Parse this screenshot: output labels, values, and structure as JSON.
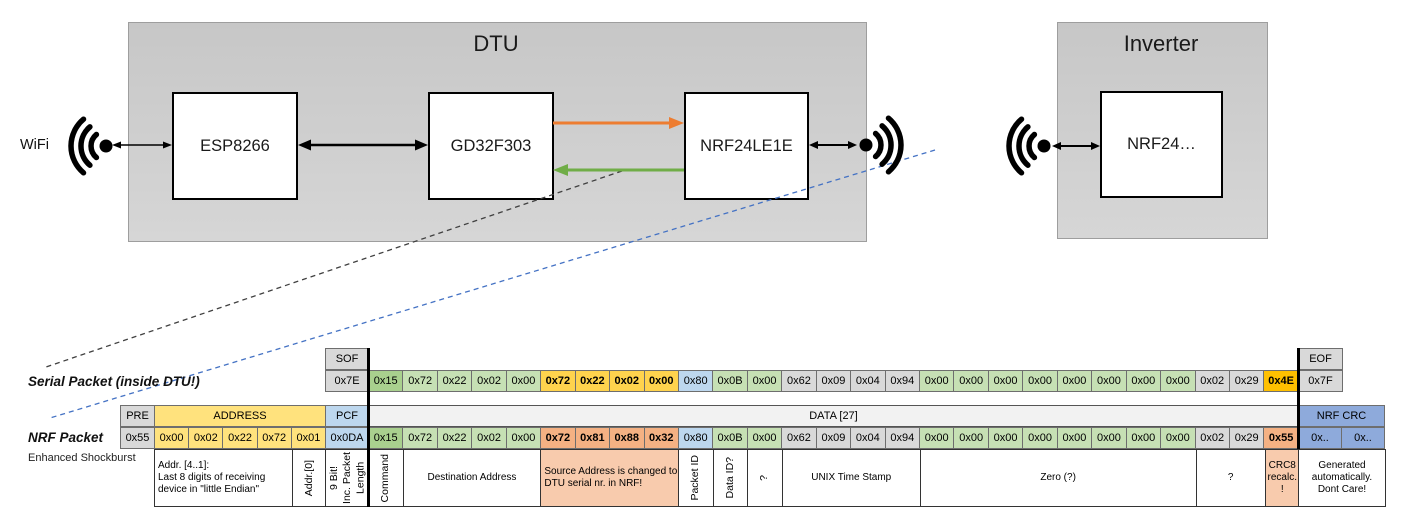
{
  "diagram": {
    "wifi_label": "WiFi",
    "dtu": {
      "title": "DTU",
      "chips": [
        {
          "label": "ESP8266"
        },
        {
          "label": "GD32F303"
        },
        {
          "label": "NRF24LE1E"
        }
      ]
    },
    "inverter": {
      "title": "Inverter",
      "chips": [
        {
          "label": "NRF24…"
        }
      ]
    },
    "icons": [
      "wifi-waves-left-icon",
      "wifi-waves-right-icon",
      "wifi-waves-inverter-icon"
    ],
    "arrow_colors": {
      "orange": "#ED7D31",
      "green": "#70AD47",
      "black": "#000000"
    },
    "connector_colors": {
      "black_dashed": "#404040",
      "blue_dashed": "#4472C4"
    }
  },
  "serial_packet": {
    "label": "Serial Packet (inside DTU!)",
    "sof_header": "SOF",
    "sof_value": "0x7E",
    "eof_header": "EOF",
    "eof_value": "0x7F",
    "bytes": [
      {
        "v": "0x15",
        "c": "dgreen"
      },
      {
        "v": "0x72",
        "c": "green"
      },
      {
        "v": "0x22",
        "c": "green"
      },
      {
        "v": "0x02",
        "c": "green"
      },
      {
        "v": "0x00",
        "c": "green"
      },
      {
        "v": "0x72",
        "c": "gold",
        "b": true
      },
      {
        "v": "0x22",
        "c": "gold",
        "b": true
      },
      {
        "v": "0x02",
        "c": "gold",
        "b": true
      },
      {
        "v": "0x00",
        "c": "gold",
        "b": true
      },
      {
        "v": "0x80",
        "c": "blue"
      },
      {
        "v": "0x0B",
        "c": "green"
      },
      {
        "v": "0x00",
        "c": "green"
      },
      {
        "v": "0x62",
        "c": "gray"
      },
      {
        "v": "0x09",
        "c": "gray"
      },
      {
        "v": "0x04",
        "c": "gray"
      },
      {
        "v": "0x94",
        "c": "gray"
      },
      {
        "v": "0x00",
        "c": "green"
      },
      {
        "v": "0x00",
        "c": "green"
      },
      {
        "v": "0x00",
        "c": "green"
      },
      {
        "v": "0x00",
        "c": "green"
      },
      {
        "v": "0x00",
        "c": "green"
      },
      {
        "v": "0x00",
        "c": "green"
      },
      {
        "v": "0x00",
        "c": "green"
      },
      {
        "v": "0x00",
        "c": "green"
      },
      {
        "v": "0x02",
        "c": "gray"
      },
      {
        "v": "0x29",
        "c": "gray"
      },
      {
        "v": "0x4E",
        "c": "amber",
        "b": true
      }
    ]
  },
  "nrf_packet": {
    "label": "NRF Packet",
    "sublabel": "Enhanced Shockburst",
    "pre_header": "PRE",
    "pre_value": "0x55",
    "address_header": "ADDRESS",
    "address_values": [
      "0x00",
      "0x02",
      "0x22",
      "0x72",
      "0x01"
    ],
    "pcf_header": "PCF",
    "pcf_value": "0x0DA",
    "data_header": "DATA [27]",
    "bytes": [
      {
        "v": "0x15",
        "c": "dgreen"
      },
      {
        "v": "0x72",
        "c": "green"
      },
      {
        "v": "0x22",
        "c": "green"
      },
      {
        "v": "0x02",
        "c": "green"
      },
      {
        "v": "0x00",
        "c": "green"
      },
      {
        "v": "0x72",
        "c": "salmon",
        "b": true
      },
      {
        "v": "0x81",
        "c": "salmon",
        "b": true
      },
      {
        "v": "0x88",
        "c": "salmon",
        "b": true
      },
      {
        "v": "0x32",
        "c": "salmon",
        "b": true
      },
      {
        "v": "0x80",
        "c": "blue"
      },
      {
        "v": "0x0B",
        "c": "green"
      },
      {
        "v": "0x00",
        "c": "green"
      },
      {
        "v": "0x62",
        "c": "gray"
      },
      {
        "v": "0x09",
        "c": "gray"
      },
      {
        "v": "0x04",
        "c": "gray"
      },
      {
        "v": "0x94",
        "c": "gray"
      },
      {
        "v": "0x00",
        "c": "green"
      },
      {
        "v": "0x00",
        "c": "green"
      },
      {
        "v": "0x00",
        "c": "green"
      },
      {
        "v": "0x00",
        "c": "green"
      },
      {
        "v": "0x00",
        "c": "green"
      },
      {
        "v": "0x00",
        "c": "green"
      },
      {
        "v": "0x00",
        "c": "green"
      },
      {
        "v": "0x00",
        "c": "green"
      },
      {
        "v": "0x02",
        "c": "gray"
      },
      {
        "v": "0x29",
        "c": "gray"
      },
      {
        "v": "0x55",
        "c": "salmon",
        "b": true
      }
    ],
    "crc_header": "NRF CRC",
    "crc_values": [
      "0x..",
      "0x.."
    ]
  },
  "annotations": [
    {
      "section": "addr",
      "from": 1,
      "to": 4,
      "text": "Addr. [4..1]:\nLast 8 digits of receiving device in \"little Endian\"",
      "align": "left"
    },
    {
      "section": "addr",
      "from": 5,
      "to": 5,
      "text": "Addr.[0]",
      "vertical": true
    },
    {
      "section": "pcf",
      "from": 1,
      "to": 1,
      "text": "9 Bit!\nInc. Packet\nLength",
      "vertical": true
    },
    {
      "section": "data",
      "from": 1,
      "to": 1,
      "text": "Command",
      "vertical": true
    },
    {
      "section": "data",
      "from": 2,
      "to": 5,
      "text": "Destination Address"
    },
    {
      "section": "data",
      "from": 6,
      "to": 9,
      "text": "Source Address is changed to DTU serial nr. in NRF!",
      "bg": "salmon",
      "align": "left"
    },
    {
      "section": "data",
      "from": 10,
      "to": 10,
      "text": "Packet ID",
      "vertical": true
    },
    {
      "section": "data",
      "from": 11,
      "to": 11,
      "text": "Data ID?",
      "vertical": true
    },
    {
      "section": "data",
      "from": 12,
      "to": 12,
      "text": "?",
      "vertical": true
    },
    {
      "section": "data",
      "from": 13,
      "to": 16,
      "text": "UNIX Time Stamp"
    },
    {
      "section": "data",
      "from": 17,
      "to": 24,
      "text": "Zero (?)"
    },
    {
      "section": "data",
      "from": 25,
      "to": 26,
      "text": "?"
    },
    {
      "section": "data",
      "from": 27,
      "to": 27,
      "text": "CRC8 recalc. !",
      "bg": "salmon"
    },
    {
      "section": "crc",
      "from": 1,
      "to": 2,
      "text": "Generated automatically. Dont Care!"
    }
  ],
  "palette": {
    "cell_gray": "#D9D9D9",
    "cell_light_gray": "#F2F2F2",
    "cell_dark_green": "#A9D08E",
    "cell_green": "#C6E0B4",
    "cell_gold": "#FFD34D",
    "cell_amber": "#FFC000",
    "cell_blue": "#BDD7EE",
    "cell_dark_blue": "#8EAADB",
    "cell_salmon": "#F4B183",
    "note_salmon": "#F8CBAD",
    "cell_yellow": "#FFE27D"
  }
}
